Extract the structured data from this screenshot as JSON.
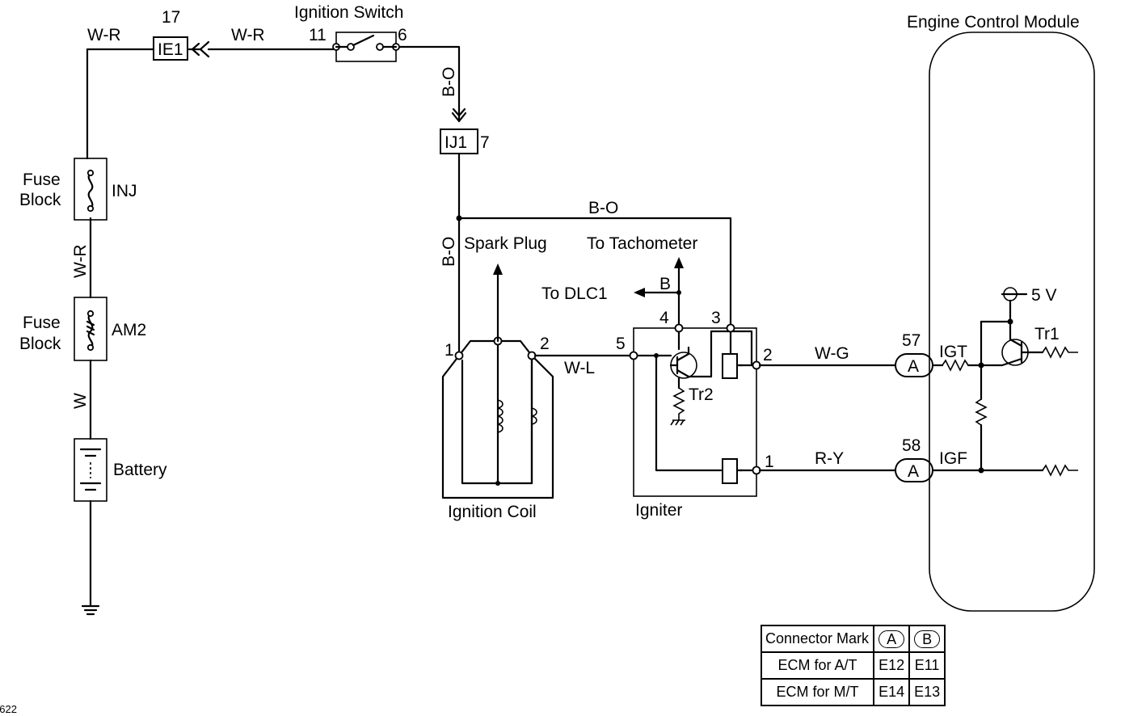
{
  "figure_id": "6622",
  "ignition_switch": {
    "title": "Ignition Switch",
    "pin_in": "11",
    "pin_out": "6"
  },
  "connector_ie1": {
    "label": "IE1",
    "pin": "17"
  },
  "connector_ij1": {
    "label": "IJ1",
    "pin": "7"
  },
  "fuse_inj": {
    "block_label_1": "Fuse",
    "block_label_2": "Block",
    "name": "INJ"
  },
  "fuse_am2": {
    "block_label_1": "Fuse",
    "block_label_2": "Block",
    "name": "AM2"
  },
  "battery": {
    "label": "Battery"
  },
  "wires": {
    "wr_left": "W-R",
    "wr_mid": "W-R",
    "wr_vertical": "W-R",
    "w_vertical": "W",
    "bo_switch": "B-O",
    "bo_top": "B-O",
    "bo_vertical": "B-O",
    "wl": "W-L",
    "wg": "W-G",
    "ry": "R-Y",
    "b_dlc": "B"
  },
  "ignition_coil": {
    "label": "Ignition Coil",
    "pin1": "1",
    "pin2": "2"
  },
  "spark_plug": {
    "label": "Spark Plug"
  },
  "tachometer": {
    "label": "To Tachometer"
  },
  "dlc": {
    "label": "To DLC1"
  },
  "igniter": {
    "label": "Igniter",
    "pin1": "1",
    "pin2": "2",
    "pin3": "3",
    "pin4": "4",
    "pin5": "5",
    "tr2": "Tr2"
  },
  "ecm": {
    "title": "Engine Control Module",
    "igt": "IGT",
    "igf": "IGF",
    "pin_igt": "57",
    "pin_igf": "58",
    "conn_igt": "A",
    "conn_igf": "A",
    "supply": "5 V",
    "tr1": "Tr1"
  },
  "connector_table": {
    "header": [
      "Connector Mark",
      "A",
      "B"
    ],
    "rows": [
      {
        "label": "ECM for A/T",
        "a": "E12",
        "b": "E11"
      },
      {
        "label": "ECM for M/T",
        "a": "E14",
        "b": "E13"
      }
    ]
  }
}
